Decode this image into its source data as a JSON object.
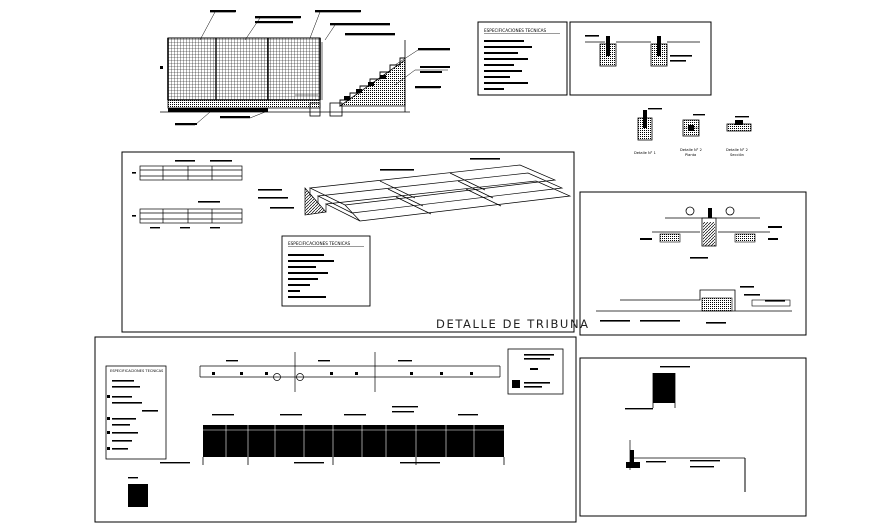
{
  "sheet": {
    "title_tribuna": "DETALLE DE TRIBUNA",
    "specs_heading": "ESPECIFICACIONES TECNICAS",
    "specs_heading_small": "ESPECIFICACIONES TECNICAS",
    "specs_heading_top": "ESPECIFICACIONES TECNICAS",
    "detalle_1": "Detalle N° 1",
    "detalle_2_planta": "Detalle N° 2",
    "planta": "Planta",
    "detalle_2_seccion": "Detalle N° 2",
    "seccion": "Sección"
  },
  "colors": {
    "line": "#000000",
    "background": "#ffffff",
    "hatch": "#000000"
  }
}
